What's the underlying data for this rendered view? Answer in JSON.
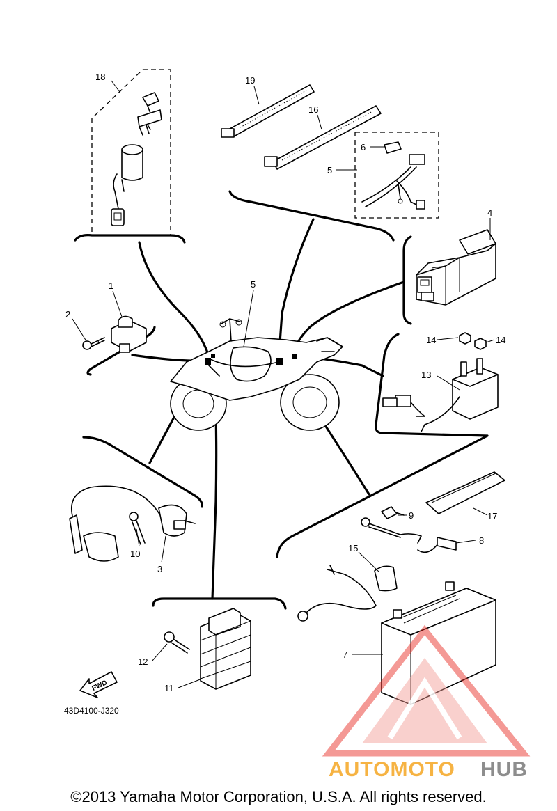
{
  "diagram_code": "43D4100-J320",
  "fwd_label": "FWD",
  "copyright": "©2013 Yamaha Motor Corporation, U.S.A. All rights reserved.",
  "watermark": {
    "text_part1": "AUTOMOTO",
    "text_part2": "HUB",
    "color_red": "#e8241c",
    "color_orange": "#f5a623",
    "color_gray": "#7a7a7a"
  },
  "callouts": {
    "c1": "1",
    "c2": "2",
    "c3": "3",
    "c4": "4",
    "c5a": "5",
    "c5b": "5",
    "c6": "6",
    "c7": "7",
    "c8": "8",
    "c9": "9",
    "c10": "10",
    "c11": "11",
    "c12": "12",
    "c13": "13",
    "c14a": "14",
    "c14b": "14",
    "c15": "15",
    "c16": "16",
    "c17": "17",
    "c18": "18",
    "c19": "19"
  }
}
